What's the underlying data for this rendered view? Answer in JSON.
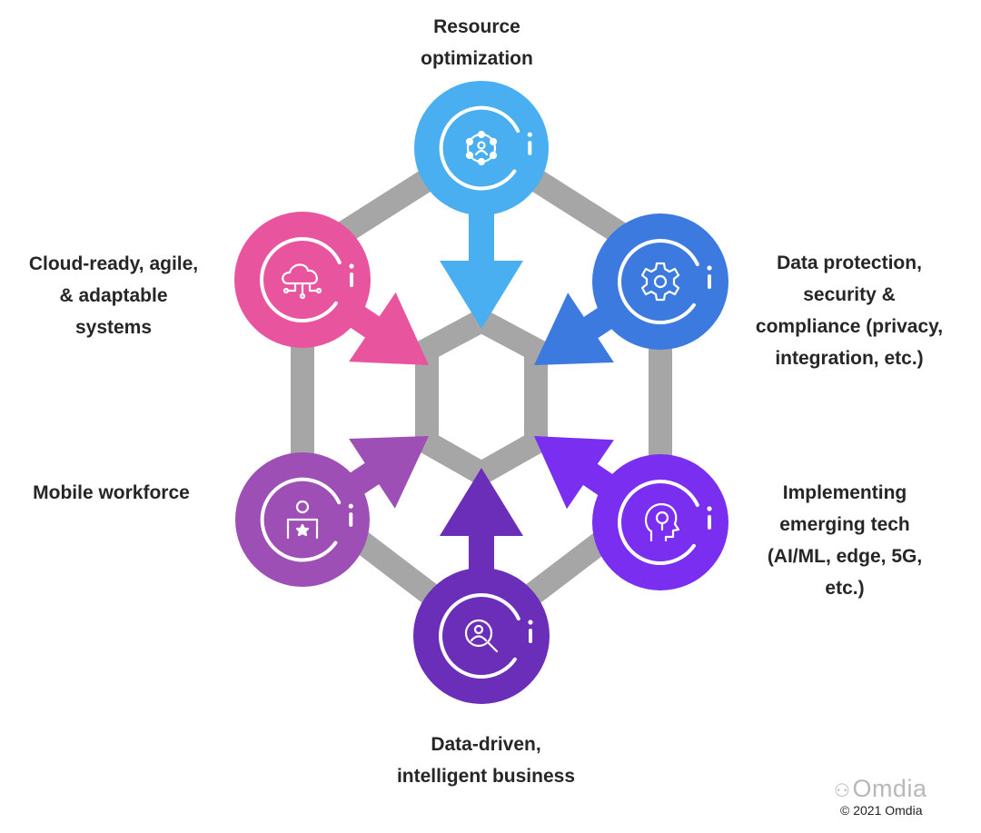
{
  "nodes": [
    {
      "id": "top",
      "lines": [
        "Resource",
        "optimization"
      ],
      "color": "#4AAFF0",
      "icon": "network-nodes-icon"
    },
    {
      "id": "tr",
      "lines": [
        "Data protection,",
        "security &",
        "compliance (privacy,",
        "integration, etc.)"
      ],
      "color": "#3D7AE0",
      "icon": "gear-icon"
    },
    {
      "id": "br",
      "lines": [
        "Implementing",
        "emerging tech",
        "(AI/ML, edge, 5G,",
        "etc.)"
      ],
      "color": "#7A2EF0",
      "icon": "ai-head-icon"
    },
    {
      "id": "bottom",
      "lines": [
        "Data-driven,",
        "intelligent business"
      ],
      "color": "#6A2EB8",
      "icon": "search-person-icon"
    },
    {
      "id": "ml",
      "lines": [
        "Mobile workforce"
      ],
      "color": "#9E4FB5",
      "icon": "user-star-icon"
    },
    {
      "id": "tl",
      "lines": [
        "Cloud-ready, agile,",
        "& adaptable",
        "systems"
      ],
      "color": "#E8549E",
      "icon": "cloud-network-icon"
    }
  ],
  "hex_color": "#A6A6A6",
  "watermark": "Omdia",
  "copyright": "© 2021 Omdia"
}
